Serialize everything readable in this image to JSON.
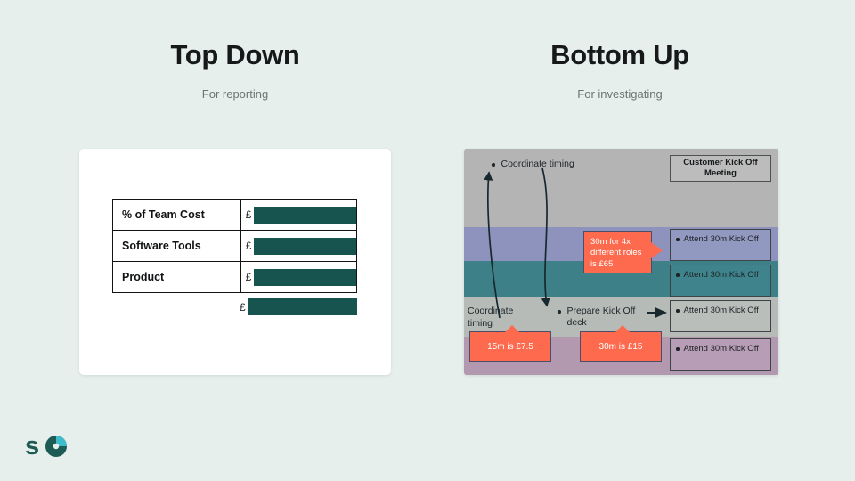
{
  "page": {
    "background_color": "#e6efeb",
    "accent_teal": "#17534f",
    "accent_orange": "#fd6a4e"
  },
  "columns": [
    {
      "title": "Top Down",
      "subtitle": "For reporting"
    },
    {
      "title": "Bottom Up",
      "subtitle": "For investigating"
    }
  ],
  "cost_table": {
    "currency_symbol": "£",
    "rows": [
      {
        "label": "% of Team Cost",
        "value": "",
        "redacted": true
      },
      {
        "label": "Software Tools",
        "value": "",
        "redacted": true
      },
      {
        "label": "Product",
        "value": "",
        "redacted": true
      }
    ],
    "total_row": {
      "label": "",
      "value": "",
      "redacted": true
    }
  },
  "calendar": {
    "meeting_chip": "Customer Kick Off Meeting",
    "bullets": [
      {
        "name": "coordinate-timing-top",
        "text": "Coordinate timing"
      },
      {
        "name": "prepare-kick-off-deck",
        "text": "Prepare Kick Off deck"
      }
    ],
    "labels": [
      {
        "name": "coordinate-timing-bottom",
        "text": "Coordinate timing"
      }
    ],
    "tasks": [
      {
        "text": "Attend 30m Kick Off",
        "color": "#9299c1"
      },
      {
        "text": "Attend 30m Kick Off",
        "color": "#3f848c"
      },
      {
        "text": "Attend 30m Kick Off",
        "color": "#b9bebb"
      },
      {
        "text": "Attend 30m Kick Off",
        "color": "#b79db5"
      }
    ],
    "callouts": [
      {
        "name": "roles-cost-callout",
        "text": "30m for 4x different roles is £65"
      },
      {
        "name": "coordinate-timing-cost-callout",
        "text": "15m is £7.5"
      },
      {
        "name": "prepare-deck-cost-callout",
        "text": "30m is £15"
      }
    ],
    "stripe_colors": [
      "#b4b4b4",
      "#b4b4b4",
      "#8d93bd",
      "#3d8088",
      "#b6bbb8",
      "#b299b0"
    ]
  },
  "logo": {
    "wordmark": "s",
    "mark_color_dark": "#1d5b55",
    "mark_color_light": "#3fbccc"
  }
}
